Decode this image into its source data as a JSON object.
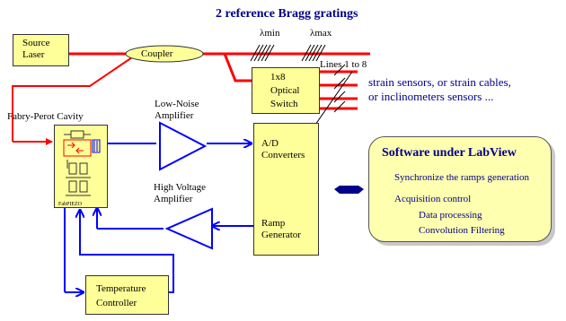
{
  "title": "2 reference Bragg gratings",
  "lambda_min": "λmin",
  "lambda_max": "λmax",
  "source_laser": [
    "Source",
    "Laser"
  ],
  "coupler": "Coupler",
  "optical_switch": [
    "1x8",
    "Optical",
    "Switch"
  ],
  "lines_label": "Lines 1 to 8",
  "sensors_text": [
    "strain sensors, or strain cables,",
    "or inclinometers sensors ..."
  ],
  "fabry_perot_label": "Fabry-Perot Cavity",
  "fabry_perot_tag": "FabPIEZO",
  "low_noise_amplifier": [
    "Low-Noise",
    "Amplifier"
  ],
  "high_voltage_amplifier": [
    "High Voltage",
    "Amplifier"
  ],
  "ad_converters": [
    "A/D",
    "Converters"
  ],
  "ramp_generator": [
    "Ramp",
    "Generator"
  ],
  "temperature_controller": [
    "Temperature",
    "Controller"
  ],
  "software": {
    "title": "Software under LabView",
    "items": [
      "Synchronize the ramps generation",
      "Acquisition control",
      "Data processing",
      "Convolution Filtering"
    ]
  },
  "colors": {
    "optical": "#ff0000",
    "electrical": "#0000ff",
    "box_fill": "#ffff99",
    "text_blue": "#00008b"
  }
}
